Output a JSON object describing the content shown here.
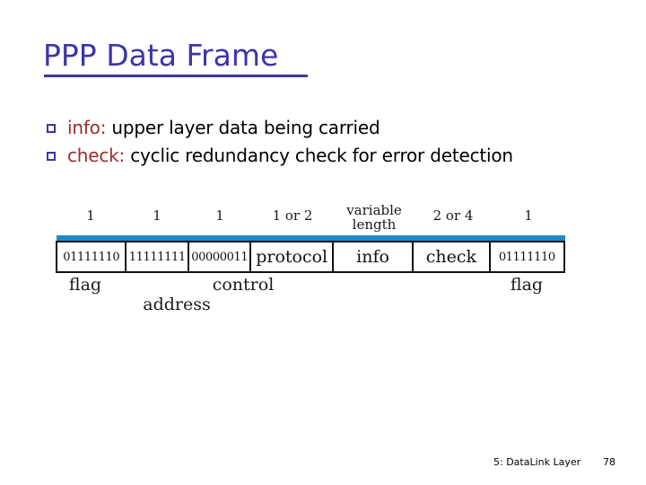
{
  "slide": {
    "title": "PPP Data Frame",
    "title_color": "#3b36a8"
  },
  "bullets": [
    {
      "keyword": "info:",
      "text": " upper layer data being carried",
      "keyword_color": "#9c2b2b"
    },
    {
      "keyword": "check:",
      "text": "  cyclic redundancy check for error detection",
      "keyword_color": "#9c2b2b"
    }
  ],
  "diagram": {
    "name": "ppp-frame-layout",
    "accent_color": "#1b8cc9",
    "fields": [
      {
        "value": "01111110",
        "size": "1",
        "name": "flag",
        "style": "bits",
        "width": 78
      },
      {
        "value": "11111111",
        "size": "1",
        "name": "address",
        "style": "bits",
        "width": 70
      },
      {
        "value": "00000011",
        "size": "1",
        "name": "control",
        "style": "bits",
        "width": 70
      },
      {
        "value": "protocol",
        "size": "1 or 2",
        "name": "",
        "style": "word",
        "width": 92
      },
      {
        "value": "info",
        "size": "variable length",
        "name": "",
        "style": "word",
        "width": 90
      },
      {
        "value": "check",
        "size": "2 or 4",
        "name": "",
        "style": "word",
        "width": 86
      },
      {
        "value": "01111110",
        "size": "1",
        "name": "flag",
        "style": "bits",
        "width": 82
      }
    ]
  },
  "footer": {
    "chapter": "5: DataLink Layer",
    "page": "78"
  }
}
